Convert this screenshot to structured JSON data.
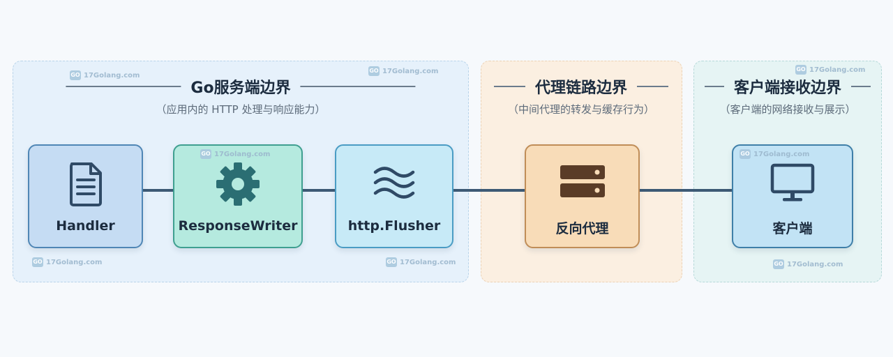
{
  "regions": {
    "go": {
      "title": "Go服务端边界",
      "subtitle": "（应用内的 HTTP 处理与响应能力）"
    },
    "proxy": {
      "title": "代理链路边界",
      "subtitle": "（中间代理的转发与缓存行为）"
    },
    "client": {
      "title": "客户端接收边界",
      "subtitle": "（客户端的网络接收与展示）"
    }
  },
  "nodes": {
    "handler": {
      "label": "Handler",
      "icon": "document-icon"
    },
    "writer": {
      "label": "ResponseWriter",
      "icon": "gear-icon"
    },
    "flusher": {
      "label": "http.Flusher",
      "icon": "waves-icon"
    },
    "proxy": {
      "label": "反向代理",
      "icon": "server-icon"
    },
    "client": {
      "label": "客户端",
      "icon": "monitor-icon"
    }
  },
  "watermark": {
    "text": "17Golang.com"
  },
  "colors": {
    "background": "#f6f9fc",
    "go_region": "#e6f1fb",
    "proxy_region": "#fbefe1",
    "client_region": "#e6f4f4",
    "connector": "#3d5a75",
    "icon_dark": "#2f4a66",
    "icon_teal": "#2b6e73"
  }
}
